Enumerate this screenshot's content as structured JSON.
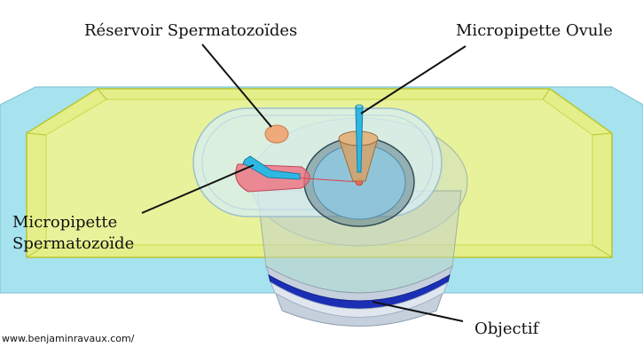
{
  "labels": {
    "reservoir": "Réservoir Spermatozoïdes",
    "micropipette_ovule": "Micropipette Ovule",
    "micropipette_sperm_line1": "Micropipette",
    "micropipette_sperm_line2": "Spermatozoïde",
    "objectif": "Objectif"
  },
  "credit": "www.benjaminravaux.com/",
  "colors": {
    "glass_slide": "#a6e3ef",
    "culture_plate": "#e4ef8a",
    "culture_plate_edge": "#c7d63a",
    "chamber": "#cfe8f0",
    "objective_body": "#b8cbd6",
    "objective_ring": "#1b2fb5",
    "pipette": "#2fb7e3",
    "sperm_zone": "#ef6f7f",
    "reservoir_drop": "#eeaa7a",
    "ovule_pipette": "#d6a36a"
  }
}
